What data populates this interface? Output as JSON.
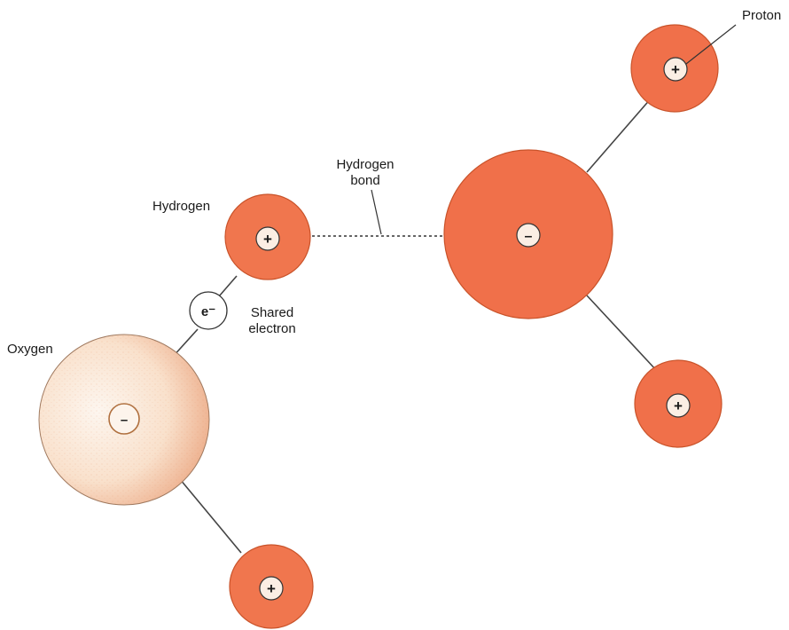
{
  "labels": {
    "proton": "Proton",
    "hydrogen_bond": [
      "Hydrogen",
      "bond"
    ],
    "hydrogen": "Hydrogen",
    "shared_electron": [
      "Shared",
      "electron"
    ],
    "oxygen": "Oxygen"
  },
  "symbols": {
    "plus": "+",
    "minus": "–",
    "electron": "e⁻"
  },
  "colors": {
    "atom_fill": "#f0704a",
    "atom_stroke": "#b8461f",
    "nucleus_fill": "#fbeee4",
    "oxygen_light": "#fdf2e8",
    "oxygen_dark": "#e9a27a",
    "line": "#444444"
  }
}
